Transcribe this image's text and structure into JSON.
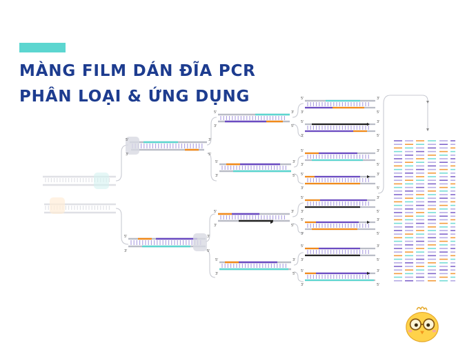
{
  "header": {
    "title_line1": "MÀNG FILM DÁN ĐĨA PCR",
    "title_line2": "PHÂN LOẠI & ỨNG DỤNG"
  },
  "strand_labels": {
    "five_prime": "5'",
    "three_prime": "3'"
  },
  "colors": {
    "accent": "#5cd6d0",
    "title": "#1d3c8f",
    "template_strand": "#b9bcc6",
    "cyan_strand": "#5cd6d0",
    "purple_strand": "#6b4bc2",
    "lavender_strand": "#a99be0",
    "orange_primer": "#f28a1a",
    "black_strand": "#222222"
  },
  "icons": {
    "mascot": "chick-with-glasses-icon"
  }
}
